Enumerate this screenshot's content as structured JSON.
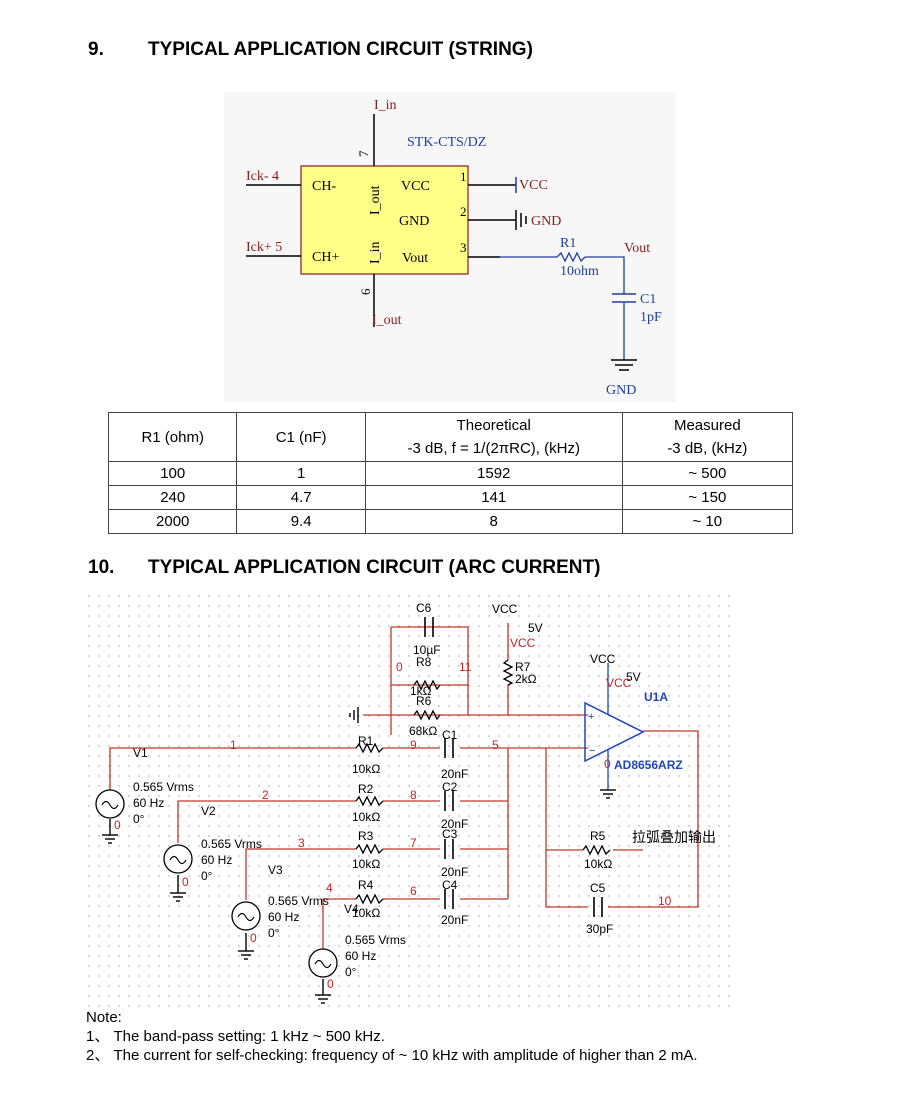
{
  "sections": [
    {
      "number": "9.",
      "title": "TYPICAL APPLICATION CIRCUIT (STRING)"
    },
    {
      "number": "10.",
      "title": "TYPICAL APPLICATION CIRCUIT (ARC CURRENT)"
    }
  ],
  "string_circuit": {
    "part_name": "STK-CTS/DZ",
    "labels": {
      "i_in": "I_in",
      "i_out": "I_out",
      "ick_minus": "Ick- 4",
      "ick_plus": "Ick+ 5",
      "ch_minus": "CH-",
      "ch_plus": "CH+",
      "vcc_pin": "VCC",
      "gnd_pin": "GND",
      "vout_pin": "Vout",
      "inner_i_out": "I_out",
      "inner_i_in": "I_in",
      "pin7": "7",
      "pin6": "6",
      "pin1": "1",
      "pin2": "2",
      "pin3": "3",
      "vcc_net": "VCC",
      "gnd_net": "GND",
      "gnd_bottom": "GND",
      "r1_name": "R1",
      "r1_value": "10ohm",
      "vout_net": "Vout",
      "c1_name": "C1",
      "c1_value": "1pF"
    }
  },
  "rc_table": {
    "headers": [
      [
        "R1 (ohm)"
      ],
      [
        "C1 (nF)"
      ],
      [
        "Theoretical",
        "-3 dB, f = 1/(2πRC), (kHz)"
      ],
      [
        "Measured",
        "-3 dB, (kHz)"
      ]
    ],
    "rows": [
      [
        "100",
        "1",
        "1592",
        "~ 500"
      ],
      [
        "240",
        "4.7",
        "141",
        "~ 150"
      ],
      [
        "2000",
        "9.4",
        "8",
        "~ 10"
      ]
    ]
  },
  "arc_circuit": {
    "labels": {
      "c6": "C6",
      "c6_val": "10µF",
      "r8": "R8",
      "r8_val": "1kΩ",
      "r6": "R6",
      "r6_val": "68kΩ",
      "vcc_top": "VCC",
      "v5_top": "5V",
      "vcc_top_red": "VCC",
      "r7": "R7",
      "r7_val": "2kΩ",
      "vcc_opamp": "VCC",
      "v5_opamp": "5V",
      "vcc_opamp_red": "VCC",
      "u1a": "U1A",
      "opamp_part": "AD8656ARZ",
      "node0": "0",
      "node11": "11",
      "r1": "R1",
      "r1_val": "10kΩ",
      "node1": "1",
      "node9": "9",
      "c1": "C1",
      "c1_val": "20nF",
      "node5": "5",
      "r2": "R2",
      "r2_val": "10kΩ",
      "node2": "2",
      "node8": "8",
      "c2": "C2",
      "c2_val": "20nF",
      "r3": "R3",
      "r3_val": "10kΩ",
      "node3": "3",
      "node7": "7",
      "c3": "C3",
      "c3_val": "20nF",
      "r4": "R4",
      "r4_val": "10kΩ",
      "node4": "4",
      "node6": "6",
      "c4": "C4",
      "c4_val": "20nF",
      "r5": "R5",
      "r5_val": "10kΩ",
      "output_label": "拉弧叠加输出",
      "c5": "C5",
      "c5_val": "30pF",
      "node10": "10",
      "node_opamp0": "0",
      "v1": "V1",
      "v2": "V2",
      "v3": "V3",
      "v4": "V4",
      "vrms": "0.565 Vrms",
      "hz": "60 Hz",
      "deg": "0°",
      "node_v0": "0"
    }
  },
  "notes": {
    "heading": "Note:",
    "items": [
      "1、 The band-pass setting: 1 kHz ~ 500 kHz.",
      "2、 The current for self-checking: frequency of ~ 10 kHz with amplitude of higher than 2 mA."
    ]
  },
  "colors": {
    "circuit_wire": "#000000",
    "net_blue": "#1f3f9f",
    "label_red": "#9b1c1c",
    "box_fill": "#ffff88",
    "arc_wire": "#c0392b",
    "opamp_blue": "#2244bb"
  }
}
